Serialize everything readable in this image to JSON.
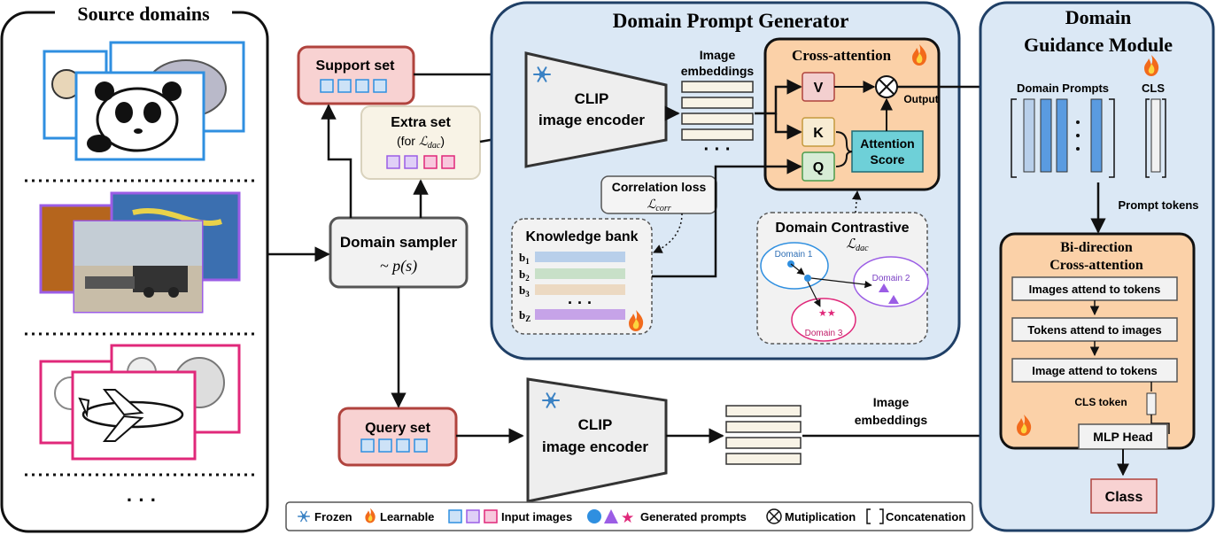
{
  "source_domains": {
    "title": "Source domains",
    "ellipsis": "· · ·"
  },
  "sets": {
    "support": "Support set",
    "extra": "Extra set",
    "extra_note_prefix": "(for ",
    "extra_note_symbol": "ℒ",
    "extra_note_sub": "dac",
    "extra_note_suffix": ")",
    "query": "Query set"
  },
  "sampler": {
    "label": "Domain sampler",
    "formula": "~ p(s)"
  },
  "generator": {
    "title": "Domain Prompt Generator",
    "encoder_line1": "CLIP",
    "encoder_line2": "image encoder",
    "embeddings_line1": "Image",
    "embeddings_line2": "embeddings",
    "dots": "· · ·",
    "cross_attention": "Cross-attention",
    "v": "V",
    "k": "K",
    "q": "Q",
    "attention_line1": "Attention",
    "attention_line2": "Score",
    "output": "Output",
    "corr_loss": "Correlation loss",
    "corr_symbol": "ℒ",
    "corr_sub": "corr",
    "knowledge_bank": "Knowledge bank",
    "bank_items": [
      "b",
      "b",
      "b",
      "b"
    ],
    "bank_subs": [
      "1",
      "2",
      "3",
      "Z"
    ],
    "bank_dots": "· · ·",
    "contrastive_title": "Domain Contrastive",
    "contrastive_symbol": "ℒ",
    "contrastive_sub": "dac",
    "domain1": "Domain 1",
    "domain2": "Domain 2",
    "domain3": "Domain 3"
  },
  "query_path": {
    "encoder_line1": "CLIP",
    "encoder_line2": "image encoder",
    "embeddings_line1": "Image",
    "embeddings_line2": "embeddings"
  },
  "guidance": {
    "title_line1": "Domain",
    "title_line2": "Guidance Module",
    "domain_prompts": "Domain Prompts",
    "cls": "CLS",
    "prompt_tokens": "Prompt tokens",
    "bidir_line1": "Bi-direction",
    "bidir_line2": "Cross-attention",
    "step1": "Images attend to tokens",
    "step2": "Tokens attend to images",
    "step3": "Image attend to tokens",
    "cls_token": "CLS token",
    "mlp_head": "MLP Head",
    "class": "Class"
  },
  "legend": {
    "frozen": "Frozen",
    "learnable": "Learnable",
    "input_images": "Input images",
    "generated_prompts": "Generated prompts",
    "multiplication": "Mutiplication",
    "concatenation": "Concatenation"
  },
  "colors": {
    "panel_blue": "#dbe8f5",
    "panel_border": "#1f3f66",
    "orange": "#fbd1a8",
    "red_box": "#f8d2d2",
    "red_border": "#b0433d",
    "teal": "#6ed0d8",
    "blue_square": "#2f8fe0",
    "purple_square": "#9b5de5",
    "pink_square": "#e0287a"
  },
  "icons": [
    "snowflake-icon",
    "flame-icon",
    "cross-circle-icon",
    "bracket-icon",
    "star-icon",
    "triangle-icon",
    "circle-icon"
  ]
}
